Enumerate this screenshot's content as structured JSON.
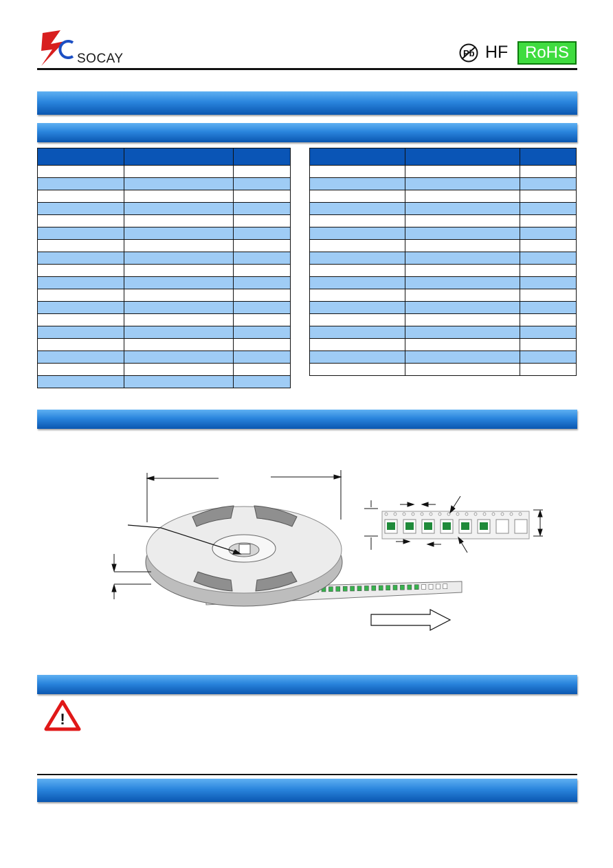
{
  "header": {
    "brand": "SOCAY",
    "hf_label": "HF",
    "rohs_label": "RoHS",
    "pb_label": "Pb"
  },
  "sections": {
    "title_bar": "",
    "table_bar": "",
    "diagram_bar": "",
    "warning_bar": "",
    "footer_bar": ""
  },
  "left_table": {
    "headers": [
      "",
      "",
      ""
    ],
    "row_count": 18
  },
  "right_table": {
    "headers": [
      "",
      "",
      ""
    ],
    "row_count": 17
  },
  "colors": {
    "bar_dark": "#0a56b0",
    "bar_light": "#5fb0f2",
    "table_header": "#0a55b6",
    "table_band": "#9fccf5",
    "rohs_green": "#3fdc3f",
    "logo_red": "#d81e1e",
    "logo_blue": "#1c4fc4",
    "component_green": "#1f8a3a",
    "warning_red": "#e01818"
  },
  "icons": [
    "socay-logo",
    "pb-free-icon",
    "warning-icon",
    "feed-direction-arrow"
  ]
}
